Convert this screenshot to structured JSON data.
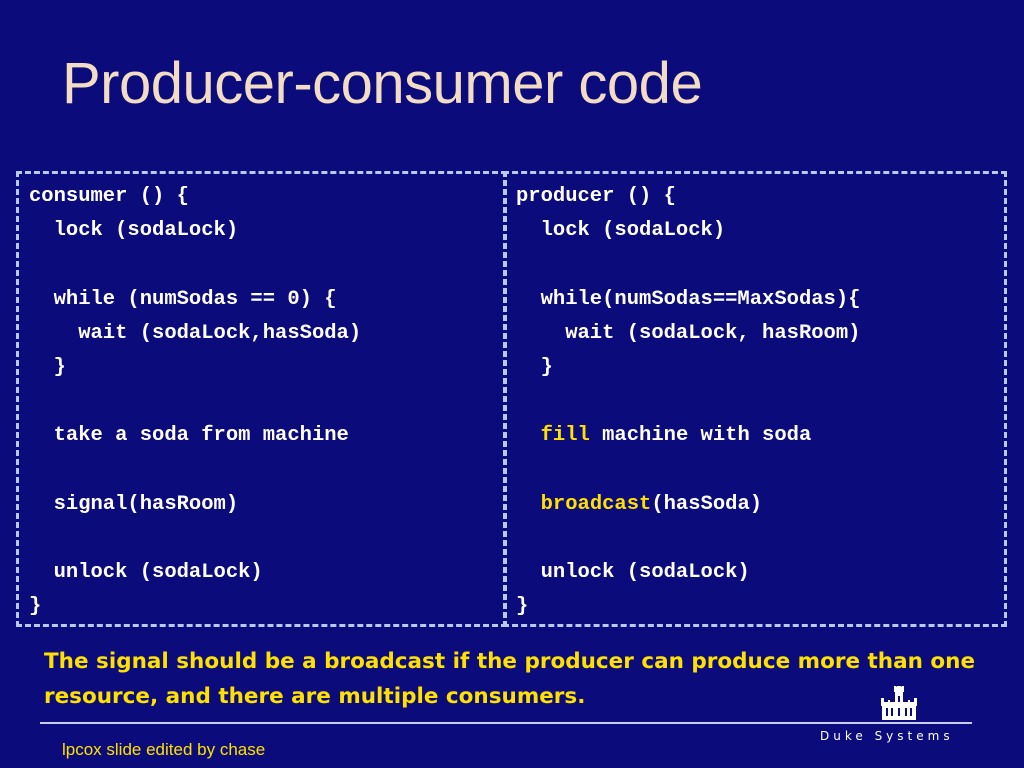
{
  "title": "Producer-consumer code",
  "consumer": [
    "consumer () {",
    "  lock (sodaLock)",
    "",
    "  while (numSodas == 0) {",
    "    wait (sodaLock,hasSoda)",
    "  }",
    "",
    "  take a soda from machine",
    "",
    "  signal(hasRoom)",
    "",
    "  unlock (sodaLock)",
    "}"
  ],
  "producer": {
    "line1": "producer () {",
    "line2": "  lock (sodaLock)",
    "line4": "  while(numSodas==MaxSodas){",
    "line5": "    wait (sodaLock, hasRoom)",
    "line6": "  }",
    "fill_indent": "  ",
    "fill_keyword": "fill",
    "fill_rest": " machine with soda",
    "broadcast_indent": "  ",
    "broadcast_keyword": "broadcast",
    "broadcast_rest": "(hasSoda)",
    "line12": "  unlock (sodaLock)",
    "line13": "}"
  },
  "note": "The signal should be a broadcast if the producer can produce more than one resource, and there are multiple consumers.",
  "organization": "Duke Systems",
  "footer": "lpcox slide edited by chase",
  "colors": {
    "background": "#0b0b7c",
    "title": "#f3dcc4",
    "highlight": "#ffe100",
    "code": "#ffffff",
    "box_border": "#b9c8f0"
  },
  "icons": {
    "logo": "duke-chapel-icon"
  }
}
